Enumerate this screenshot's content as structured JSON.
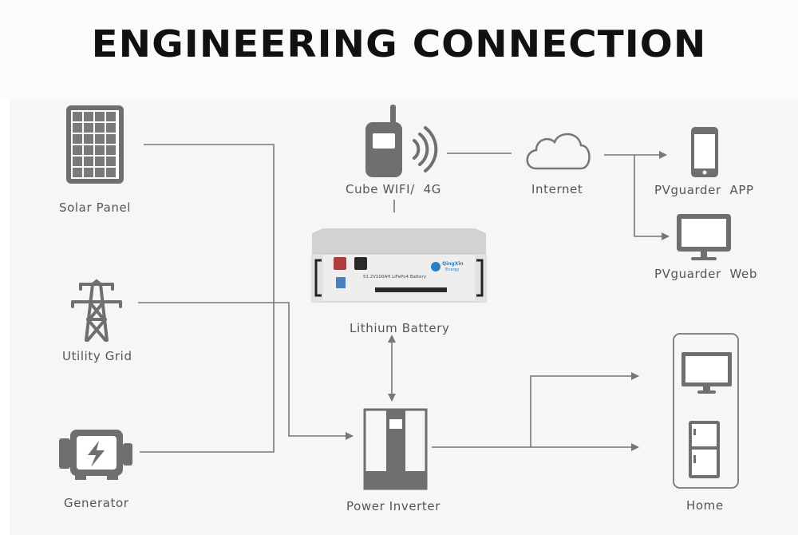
{
  "title": "ENGINEERING CONNECTION",
  "nodes": {
    "solar_panel": "Solar Panel",
    "utility_grid": "Utility Grid",
    "generator": "Generator",
    "cube_wifi": "Cube WIFI/  4G",
    "internet": "Internet",
    "pvguarder_app": "PVguarder  APP",
    "pvguarder_web": "PVguarder  Web",
    "lithium_battery": "Lithium Battery",
    "power_inverter": "Power Inverter",
    "home": "Home"
  },
  "battery_panel": {
    "brand": "QingXin",
    "brand_sub": "Energy",
    "model": "51.2V100AH LiFePo4 Battery"
  },
  "colors": {
    "line": "#777777",
    "icon": "#6f6f6f",
    "terminal_positive": "#b23a3a",
    "brand_blue": "#2e7fc2"
  },
  "icons": [
    "solar-panel-icon",
    "transmission-tower-icon",
    "generator-icon",
    "walkie-talkie-icon",
    "wifi-signal-icon",
    "cloud-icon",
    "smartphone-icon",
    "monitor-icon",
    "inverter-icon",
    "home-icon"
  ]
}
